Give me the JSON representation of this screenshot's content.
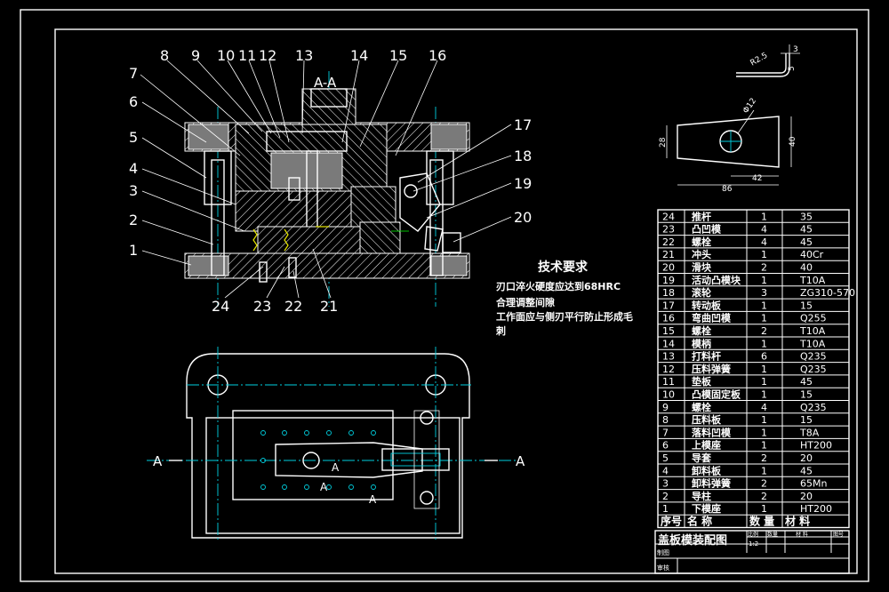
{
  "section": {
    "label": "A-A",
    "cut_marker": "A",
    "top_numbers": [
      "7",
      "8",
      "9",
      "10",
      "11",
      "12",
      "13",
      "14",
      "15",
      "16"
    ],
    "left_numbers": [
      "6",
      "5",
      "4",
      "3",
      "2",
      "1"
    ],
    "right_numbers": [
      "17",
      "18",
      "19",
      "20"
    ],
    "bottom_numbers": [
      "24",
      "23",
      "22",
      "21"
    ]
  },
  "part_dims": {
    "thickness": "3",
    "bend_radius": "R2.5",
    "bend_height": "5",
    "hole": "Φ12",
    "left_height": "28",
    "right_height": "40",
    "inner_length": "42",
    "total_length": "86"
  },
  "tech": {
    "title": "技术要求",
    "lines": [
      "刃口淬火硬度应达到68HRC",
      "合理调整间隙",
      "工作面应与侧刃平行防止形成毛",
      "刺"
    ]
  },
  "bom": {
    "header": [
      "序号",
      "名  称",
      "数 量",
      "材  料"
    ],
    "rows": [
      [
        "24",
        "推杆",
        "1",
        "35"
      ],
      [
        "23",
        "凸凹模",
        "4",
        "45"
      ],
      [
        "22",
        "螺栓",
        "4",
        "45"
      ],
      [
        "21",
        "冲头",
        "1",
        "40Cr"
      ],
      [
        "20",
        "滑块",
        "2",
        "40"
      ],
      [
        "19",
        "活动凸模块",
        "1",
        "T10A"
      ],
      [
        "18",
        "滚轮",
        "3",
        "ZG310-570"
      ],
      [
        "17",
        "转动板",
        "1",
        "15"
      ],
      [
        "16",
        "弯曲凹模",
        "1",
        "Q255"
      ],
      [
        "15",
        "螺栓",
        "2",
        "T10A"
      ],
      [
        "14",
        "模柄",
        "1",
        "T10A"
      ],
      [
        "13",
        "打料杆",
        "6",
        "Q235"
      ],
      [
        "12",
        "压料弹簧",
        "1",
        "Q235"
      ],
      [
        "11",
        "垫板",
        "1",
        "45"
      ],
      [
        "10",
        "凸模固定板",
        "1",
        "15"
      ],
      [
        "9",
        "螺栓",
        "4",
        "Q235"
      ],
      [
        "8",
        "压料板",
        "1",
        "15"
      ],
      [
        "7",
        "落料凹模",
        "1",
        "T8A"
      ],
      [
        "6",
        "上模座",
        "1",
        "HT200"
      ],
      [
        "5",
        "导套",
        "2",
        "20"
      ],
      [
        "4",
        "卸料板",
        "1",
        "45"
      ],
      [
        "3",
        "卸料弹簧",
        "2",
        "65Mn"
      ],
      [
        "2",
        "导柱",
        "2",
        "20"
      ],
      [
        "1",
        "下模座",
        "1",
        "HT200"
      ]
    ]
  },
  "title_block": {
    "title": "盖板模装配图",
    "col_labels": [
      "比例",
      "数量",
      "材  料",
      "图号"
    ],
    "scale": "1:2",
    "drawn": "制图",
    "checked": "审核"
  }
}
